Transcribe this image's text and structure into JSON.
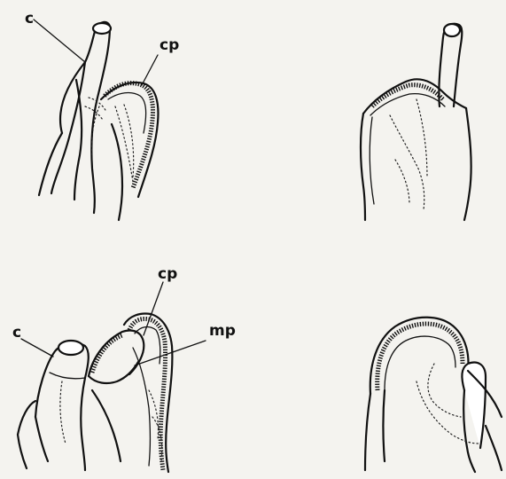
{
  "labels": {
    "top_left_c": "c",
    "top_left_cp": "cp",
    "bottom_left_c": "c",
    "bottom_left_cp": "cp",
    "bottom_left_mp": "mp"
  }
}
